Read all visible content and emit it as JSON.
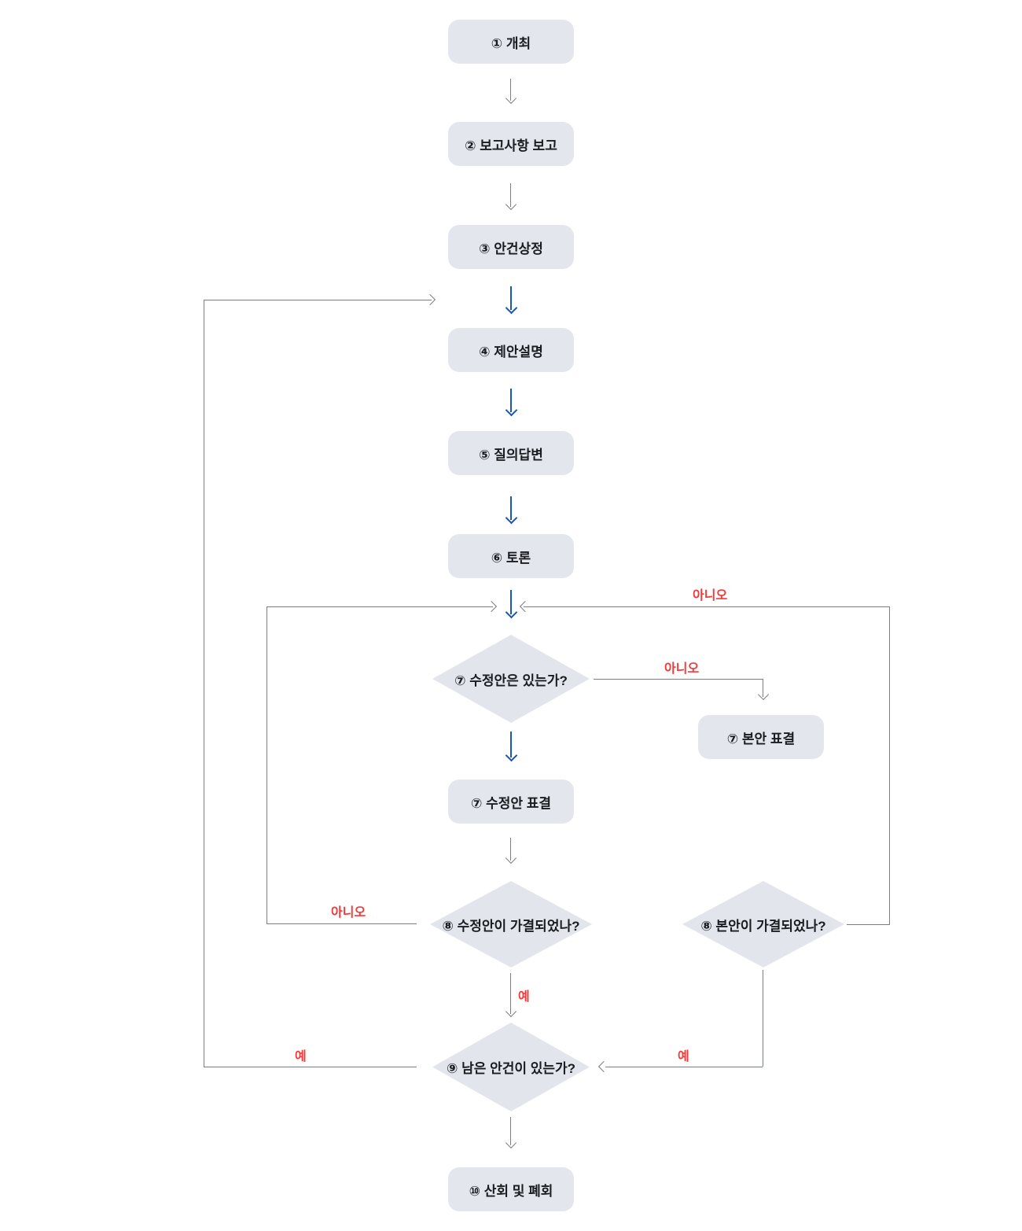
{
  "colors": {
    "node_fill": "#e3e7ed",
    "diamond_fill": "#e2e6ec",
    "connector_gray": "#7b7e82",
    "connector_blue": "#1a55b8",
    "edge_label_red": "#f63838",
    "text": "#1a1c20",
    "background": "#ffffff"
  },
  "nodes": {
    "step1": "① 개최",
    "step2": "② 보고사항 보고",
    "step3": "③ 안건상정",
    "step4": "④ 제안설명",
    "step5": "⑤ 질의답변",
    "step6": "⑥ 토론",
    "decision7_has_amendment": "⑦ 수정안은 있는가?",
    "vote_main": "⑦ 본안 표결",
    "vote_amendment": "⑦ 수정안 표결",
    "decision8_amendment_passed": "⑧ 수정안이 가결되었나?",
    "decision8_main_passed": "⑧ 본안이 가결되었나?",
    "decision9_remaining_items": "⑨ 남은 안건이 있는가?",
    "step10": "⑩ 산회 및 폐회"
  },
  "edge_labels": {
    "no_d7_to_main_vote": "아니오",
    "no_d8_amendment_loop": "아니오",
    "no_d8_main_loop": "아니오",
    "yes_d8_amendment": "예",
    "yes_d8_main": "예",
    "yes_d9_loop": "예"
  }
}
